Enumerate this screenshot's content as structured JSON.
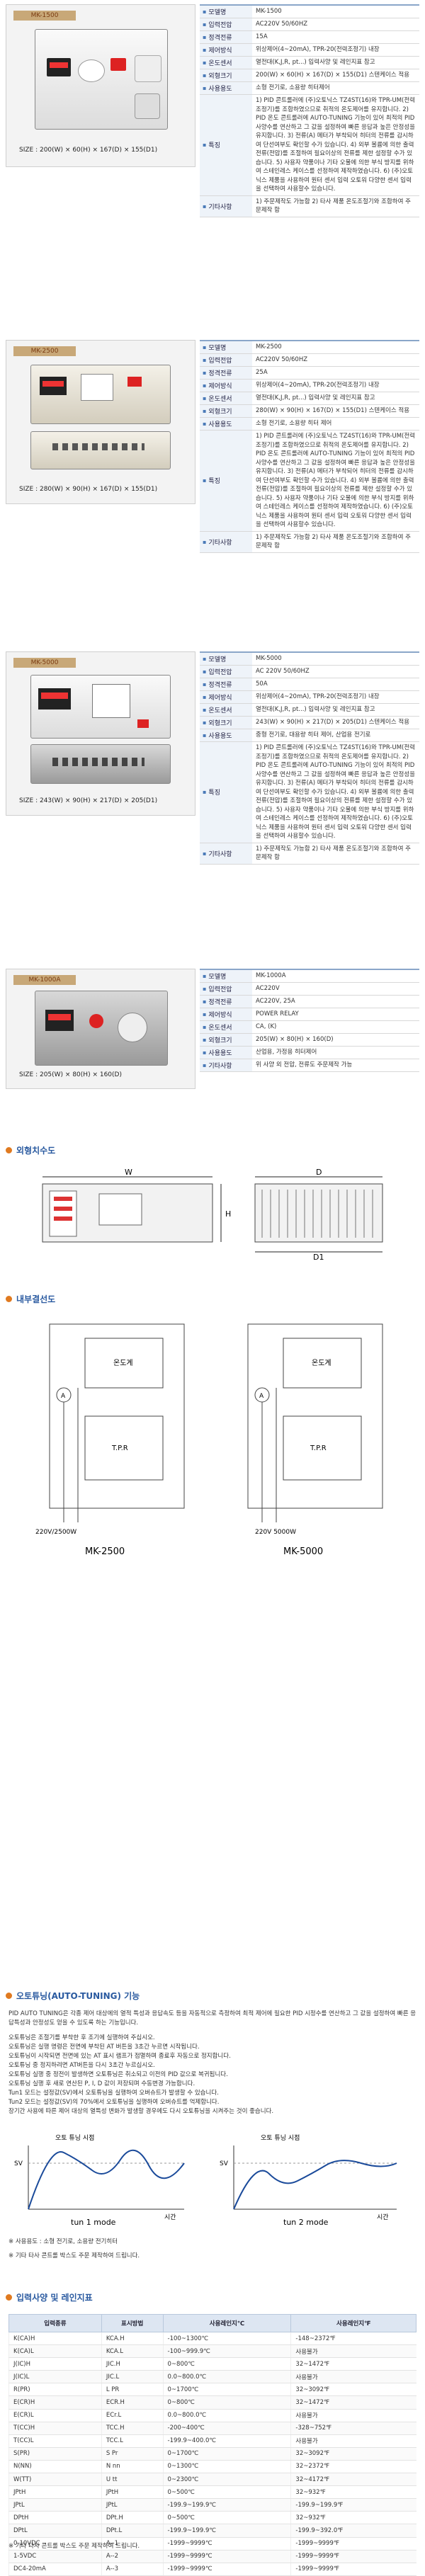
{
  "products": [
    {
      "model_tag": "MK-1500",
      "size": "SIZE : 200(W) × 60(H) × 167(D) × 155(D1)",
      "rows": [
        {
          "label": "모델명",
          "value": "MK-1500"
        },
        {
          "label": "입력전압",
          "value": "AC220V 50/60HZ"
        },
        {
          "label": "정격전류",
          "value": "15A"
        },
        {
          "label": "제어방식",
          "value": "위상제어(4~20mA), TPR-20(전력조정기) 내장"
        },
        {
          "label": "온도센서",
          "value": "열전대(K,J,R, pt...) 입력사양 및 레인지표 참고"
        },
        {
          "label": "외형크기",
          "value": "200(W) × 60(H) × 167(D) × 155(D1) 스텐케이스 적용"
        },
        {
          "label": "사용용도",
          "value": "소형 전기로, 소용량 히터제어"
        },
        {
          "label": "특징",
          "value": "1) PID 콘트롤러에 (주)오토닉스 TZ4ST(16)와 TPR-UM(전력조정기)를 조합하였으므로 취적의 온도제어를 유지합니다. 2) PID 온도 콘트롤러에 AUTO-TUNING 기능이 있어 최적의 PID 사양수를 연산하고 그 값을 설정하여 빠른 응답과 높은 안정성을 유지합니다. 3) 전류(A) 메터가 부착되어 히터의 전류를 감시하여 단선여부도 확인할 수가 있습니다. 4) 외부 볼륨에 의한 출력 전류(전압)를 조절하여 필요이상의 전류를 제한 설정할 수가 있습니다. 5) 사용자 약품이나 기타 오물에 의한 부식 방지를 위하여 스테인레스 케이스를 선정하여 제작하였습니다. 6) (주)오토닉스 제품을 사용하여 원터 센서 입력 오토워 다양한 센서 입력을 선택하여 사용할수 있습니다."
        },
        {
          "label": "기타사항",
          "value": "1) 주문제작도 가능함 2) 타사 제품 온도조절기와 조합하여 주문제작 함"
        }
      ]
    },
    {
      "model_tag": "MK-2500",
      "size": "SIZE : 280(W) × 90(H) × 167(D) × 155(D1)",
      "rows": [
        {
          "label": "모델명",
          "value": "MK-2500"
        },
        {
          "label": "입력전압",
          "value": "AC220V 50/60HZ"
        },
        {
          "label": "정격전류",
          "value": "25A"
        },
        {
          "label": "제어방식",
          "value": "위상제어(4~20mA), TPR-20(전력조정기) 내장"
        },
        {
          "label": "온도센서",
          "value": "열전대(K,J,R, pt...) 입력사양 및 레인지표 참고"
        },
        {
          "label": "외형크기",
          "value": "280(W) × 90(H) × 167(D) × 155(D1) 스텐케이스 적용"
        },
        {
          "label": "사용용도",
          "value": "소형 전기로, 소용량 히터 제어"
        },
        {
          "label": "특징",
          "value": "1) PID 콘트롤러에 (주)오토닉스 TZ4ST(16)와 TPR-UM(전력조정기)를 조합하였으므로 취적의 온도제어를 유지합니다. 2) PID 온도 콘트롤러에 AUTO-TUNING 기능이 있어 최적의 PID 사양수를 연산하고 그 값을 설정하여 빠른 응답과 높은 안정성을 유지합니다. 3) 전류(A) 메터가 부착되어 히터의 전류를 감시하여 단선여부도 확인할 수가 있습니다. 4) 외부 볼륨에 의한 출력 전류(전압)를 조절하여 필요이상의 전류를 제한 설정할 수가 있습니다. 5) 사용자 약품이나 기타 오물에 의한 부식 방지를 위하여 스테인레스 케이스를 선정하여 제작하였습니다. 6) (주)오토닉스 제품을 사용하여 원터 센서 입력 오토워 다양한 센서 입력을 선택하여 사용할수 있습니다."
        },
        {
          "label": "기타사항",
          "value": "1) 주문제작도 가능함 2) 타사 제품 온도조절기와 조합하여 주문제작 함"
        }
      ]
    },
    {
      "model_tag": "MK-5000",
      "size": "SIZE : 243(W) × 90(H) × 217(D) × 205(D1)",
      "rows": [
        {
          "label": "모델명",
          "value": "MK-5000"
        },
        {
          "label": "입력전압",
          "value": "AC 220V 50/60HZ"
        },
        {
          "label": "정격전류",
          "value": "50A"
        },
        {
          "label": "제어방식",
          "value": "위상제어(4~20mA), TPR-20(전력조정기) 내장"
        },
        {
          "label": "온도센서",
          "value": "열전대(K,J,R, pt...) 입력사양 및 레인지표 참고"
        },
        {
          "label": "외형크기",
          "value": "243(W) × 90(H) × 217(D) × 205(D1) 스텐케이스 적용"
        },
        {
          "label": "사용용도",
          "value": "중형 전기로, 대용량 히터 제어, 산업용 전기로"
        },
        {
          "label": "특징",
          "value": "1) PID 콘트롤러에 (주)오토닉스 TZ4ST(16)와 TPR-UM(전력조정기)를 조합하였으므로 취적의 온도제어를 유지합니다. 2) PID 온도 콘트롤러에 AUTO-TUNING 기능이 있어 최적의 PID 사양수를 연산하고 그 값을 설정하여 빠른 응답과 높은 안정성을 유지합니다. 3) 전류(A) 메터가 부착되어 히터의 전류를 감시하여 단선여부도 확인할 수가 있습니다. 4) 외부 볼륨에 의한 출력 전류(전압)를 조절하여 필요이상의 전류를 제한 설정할 수가 있습니다. 5) 사용자 약품이나 기타 오물에 의한 부식 방지를 위하여 스테인레스 케이스를 선정하여 제작하였습니다. 6) (주)오토닉스 제품을 사용하여 원터 센서 입력 오토워 다양한 센서 입력을 선택하여 사용할수 있습니다."
        },
        {
          "label": "기타사항",
          "value": "1) 주문제작도 가능함 2) 타사 제품 온도조절기와 조합하여 주문제작 함"
        }
      ]
    },
    {
      "model_tag": "MK-1000A",
      "size": "SIZE : 205(W) × 80(H) × 160(D)",
      "rows": [
        {
          "label": "모델명",
          "value": "MK-1000A"
        },
        {
          "label": "입력전압",
          "value": "AC220V"
        },
        {
          "label": "정격전류",
          "value": "AC220V, 25A"
        },
        {
          "label": "제어방식",
          "value": "POWER RELAY"
        },
        {
          "label": "온도센서",
          "value": "CA, (K)"
        },
        {
          "label": "외형크기",
          "value": "205(W) × 80(H) × 160(D)"
        },
        {
          "label": "사용용도",
          "value": "산업용, 가정용 히터제어"
        },
        {
          "label": "기타사항",
          "value": "위 사양 외 전압, 전류도 주문제작 가능"
        }
      ]
    }
  ],
  "dimension_section": {
    "title": "외형치수도",
    "labels": [
      "W",
      "H",
      "D",
      "D1"
    ]
  },
  "wiring_section": {
    "title": "내부결선도",
    "diagrams": [
      {
        "caption": "MK-2500",
        "controller": "온도계",
        "power_unit": "T.P.R",
        "power_label": "220V/2500W",
        "meter": "A"
      },
      {
        "caption": "MK-5000",
        "controller": "온도계",
        "power_unit": "T.P.R",
        "power_label": "220V 5000W",
        "meter": "A"
      }
    ]
  },
  "autotuning_section": {
    "title": "오토튜닝(AUTO-TUNING) 기능",
    "intro": "PID AUTO TUNING은 각종 제어 대상에의 열적 특성과 응답속도 등을 자동적으로 측정하여 최적 제어에 필요한 PID 시정수를 연산하고 그 값을 설정하여 빠른 응답특성과 안정성도 얻을 수 있도록 하는 기능입니다.",
    "bullets": [
      "오토튜닝은 조절기를 부착한 후 조기에 실행하여 주십시오.",
      "오토튜닝은 실행 명령은 전면에 부착된 AT 버튼을 3초간 누르면 시작됩니다.",
      "오토튜닝이 시작되면 전면에 있는 AT 표시 램프가 점멸하며 종료후 자동으로 정지합니다.",
      "오토튜닝 중 정지하려면 AT버튼을 다시 3초간 누르십시오.",
      "오토튜닝 실행 중 정전이 발생하면 오토튜닝은 취소되고 이전의 PID 값으로 복귀됩니다.",
      "오토튜닝 실행 후 새로 연산된 P, I, D 값이 저장되며 수동변경 가능합니다.",
      "Tun1 모드는 설정값(SV)에서 오토튜닝을 실행하여 오버슈트가 발생할 수 있습니다.",
      "Tun2 모드는 설정값(SV)의 70%에서 오토튜닝을 실행하여 오버슈트를 억제합니다.",
      "장기간 사용에 따른 제어 대상의 열특성 변화가 발생할 경우에도 다시 오토튜닝을 시켜주는 것이 좋습니다."
    ],
    "graphs": [
      {
        "caption": "tun 1 mode",
        "title": "오토 튜닝 시점",
        "y_label": "SV",
        "x_label": "시간"
      },
      {
        "caption": "tun 2 mode",
        "title": "오토 튜닝 시점",
        "y_label": "SV",
        "x_label": "시간"
      }
    ],
    "footnotes": [
      "※ 사용용도 : 소형 전기로, 소용량 전기히터",
      "※ 기타 타사 콘트롤 박스도 주문 제작하여 드립니다."
    ]
  },
  "input_table": {
    "title": "입력사양 및 레인지표",
    "headers": [
      "입력종류",
      "표시방법",
      "사용레인지℃",
      "사용레인지℉"
    ],
    "rows": [
      [
        "K(CA)H",
        "KCA.H",
        "-100~1300℃",
        "-148~2372℉"
      ],
      [
        "K(CA)L",
        "KCA.L",
        "-100~999.9℃",
        "사용불가"
      ],
      [
        "J(IC)H",
        "JIC.H",
        "0~800℃",
        "32~1472℉"
      ],
      [
        "J(IC)L",
        "JIC.L",
        "0.0~800.0℃",
        "사용불가"
      ],
      [
        "R(PR)",
        "L PR",
        "0~1700℃",
        "32~3092℉"
      ],
      [
        "E(CR)H",
        "ECR.H",
        "0~800℃",
        "32~1472℉"
      ],
      [
        "E(CR)L",
        "ECr.L",
        "0.0~800.0℃",
        "사용불가"
      ],
      [
        "T(CC)H",
        "TCC.H",
        "-200~400℃",
        "-328~752℉"
      ],
      [
        "T(CC)L",
        "TCC.L",
        "-199.9~400.0℃",
        "사용불가"
      ],
      [
        "S(PR)",
        "S Pr",
        "0~1700℃",
        "32~3092℉"
      ],
      [
        "N(NN)",
        "N nn",
        "0~1300℃",
        "32~2372℉"
      ],
      [
        "W(TT)",
        "U tt",
        "0~2300℃",
        "32~4172℉"
      ],
      [
        "JPtH",
        "JPtH",
        "0~500℃",
        "32~932℉"
      ],
      [
        "JPtL",
        "JPtL",
        "-199.9~199.9℃",
        "-199.9~199.9℉"
      ],
      [
        "DPtH",
        "DPt.H",
        "0~500℃",
        "32~932℉"
      ],
      [
        "DPtL",
        "DPt.L",
        "-199.9~199.9℃",
        "-199.9~392.0℉"
      ],
      [
        "0-10VDC",
        "A--1",
        "-1999~9999℃",
        "-1999~9999℉"
      ],
      [
        "1-5VDC",
        "A--2",
        "-1999~9999℃",
        "-1999~9999℉"
      ],
      [
        "DC4-20mA",
        "A--3",
        "-1999~9999℃",
        "-1999~9999℉"
      ]
    ],
    "footnote": "※ 기타 타사 콘트롤 박스도 주문 제작하여 드립니다."
  }
}
